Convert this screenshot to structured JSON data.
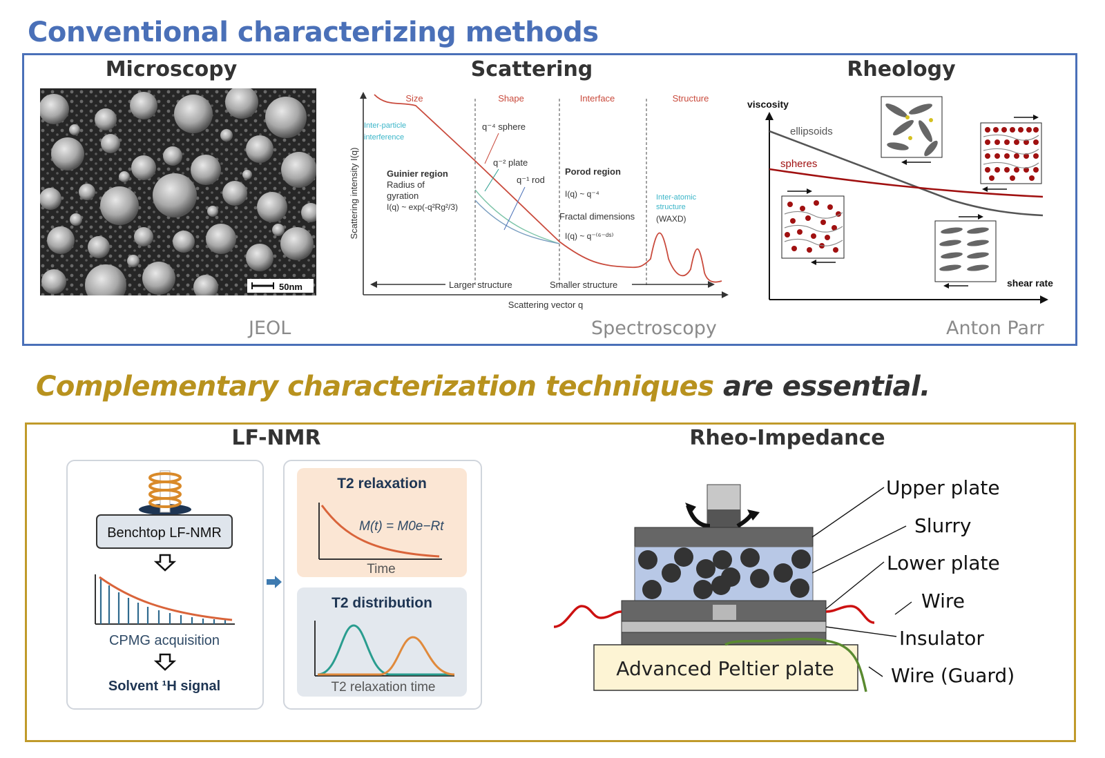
{
  "top": {
    "heading": "Conventional characterizing methods",
    "microscopy": {
      "title": "Microscopy",
      "scale_bar": "50nm",
      "credit": "JEOL"
    },
    "scattering": {
      "title": "Scattering",
      "credit": "Spectroscopy",
      "regions": [
        "Size",
        "Shape",
        "Interface",
        "Structure"
      ],
      "inter_particle": [
        "Inter-particle",
        "interference"
      ],
      "guinier": [
        "Guinier region",
        "Radius of",
        "gyration",
        "I(q) ~ exp(-q²Rg²/3)"
      ],
      "shape_labels": [
        "q⁻⁴ sphere",
        "q⁻² plate",
        "q⁻¹ rod"
      ],
      "porod": [
        "Porod region",
        "I(q) ~ q⁻⁴",
        "Fractal dimensions",
        "I(q) ~ q⁻⁽⁶⁻ᵈˢ⁾"
      ],
      "inter_atomic": [
        "Inter-atomic",
        "structure"
      ],
      "waxd": "(WAXD)",
      "larger": "Larger structure",
      "smaller": "Smaller structure",
      "ylabel": "Scattering intensity I(q)",
      "xlabel": "Scattering vector q"
    },
    "rheology": {
      "title": "Rheology",
      "credit": "Anton Parr",
      "ylabel": "viscosity",
      "xlabel": "shear rate",
      "series_ellipsoids": "ellipsoids",
      "series_spheres": "spheres"
    }
  },
  "bottom": {
    "heading_colored": "Complementary characterization techniques",
    "heading_plain": "are essential.",
    "lfnmr": {
      "title": "LF-NMR",
      "instrument": "Benchtop LF-NMR",
      "acquisition": "CPMG acquisition",
      "signal": "Solvent ¹H signal",
      "t2_relax_title": "T2 relaxation",
      "t2_relax_eq": "M(t) = M0e−Rt",
      "t2_relax_axis": "Time",
      "t2_dist_title": "T2 distribution",
      "t2_dist_axis": "T2 relaxation time"
    },
    "rheo": {
      "title": "Rheo-Impedance",
      "labels": [
        "Upper plate",
        "Slurry",
        "Lower plate",
        "Wire",
        "Insulator",
        "Wire (Guard)"
      ],
      "peltier": "Advanced Peltier plate"
    }
  },
  "colors": {
    "top_border": "#4a70b8",
    "top_heading": "#4a70b8",
    "bottom_border": "#c09a2a",
    "bottom_heading": "#b8921e",
    "curve_red": "#c94a3c",
    "teal": "#2a9d8f",
    "orange": "#e08a3c",
    "sphere_red": "#a01010",
    "wire_red": "#cc1111",
    "wire_green": "#5a8a30"
  }
}
